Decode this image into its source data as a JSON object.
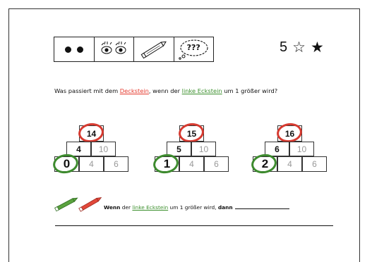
{
  "header": {
    "icons": [
      "two-dots-icon",
      "eyes-icon",
      "pencil-icon",
      "thought-bubble-icon"
    ],
    "thought_text": "???",
    "level": "5",
    "stars": [
      "☆",
      "★"
    ]
  },
  "question": {
    "part1": "Was passiert mit dem ",
    "deckstein": "Deckstein",
    "part2": ", wenn der ",
    "linke_eckstein": "linke Eckstein",
    "part3": " um 1 größer wird?"
  },
  "pyramids": [
    {
      "top": "14",
      "mid_left": "4",
      "mid_right": "10",
      "bottom": [
        "0",
        "4",
        "6"
      ]
    },
    {
      "top": "15",
      "mid_left": "5",
      "mid_right": "10",
      "bottom": [
        "1",
        "4",
        "6"
      ]
    },
    {
      "top": "16",
      "mid_left": "6",
      "mid_right": "10",
      "bottom": [
        "2",
        "4",
        "6"
      ]
    }
  ],
  "sentence": {
    "wenn": "Wenn",
    "der": " der ",
    "linke_eckstein": "linke Eckstein",
    "rest": " um 1 größer wird, ",
    "dann": "dann"
  },
  "colors": {
    "red": "#e53a2e",
    "green": "#3b8f2c"
  }
}
